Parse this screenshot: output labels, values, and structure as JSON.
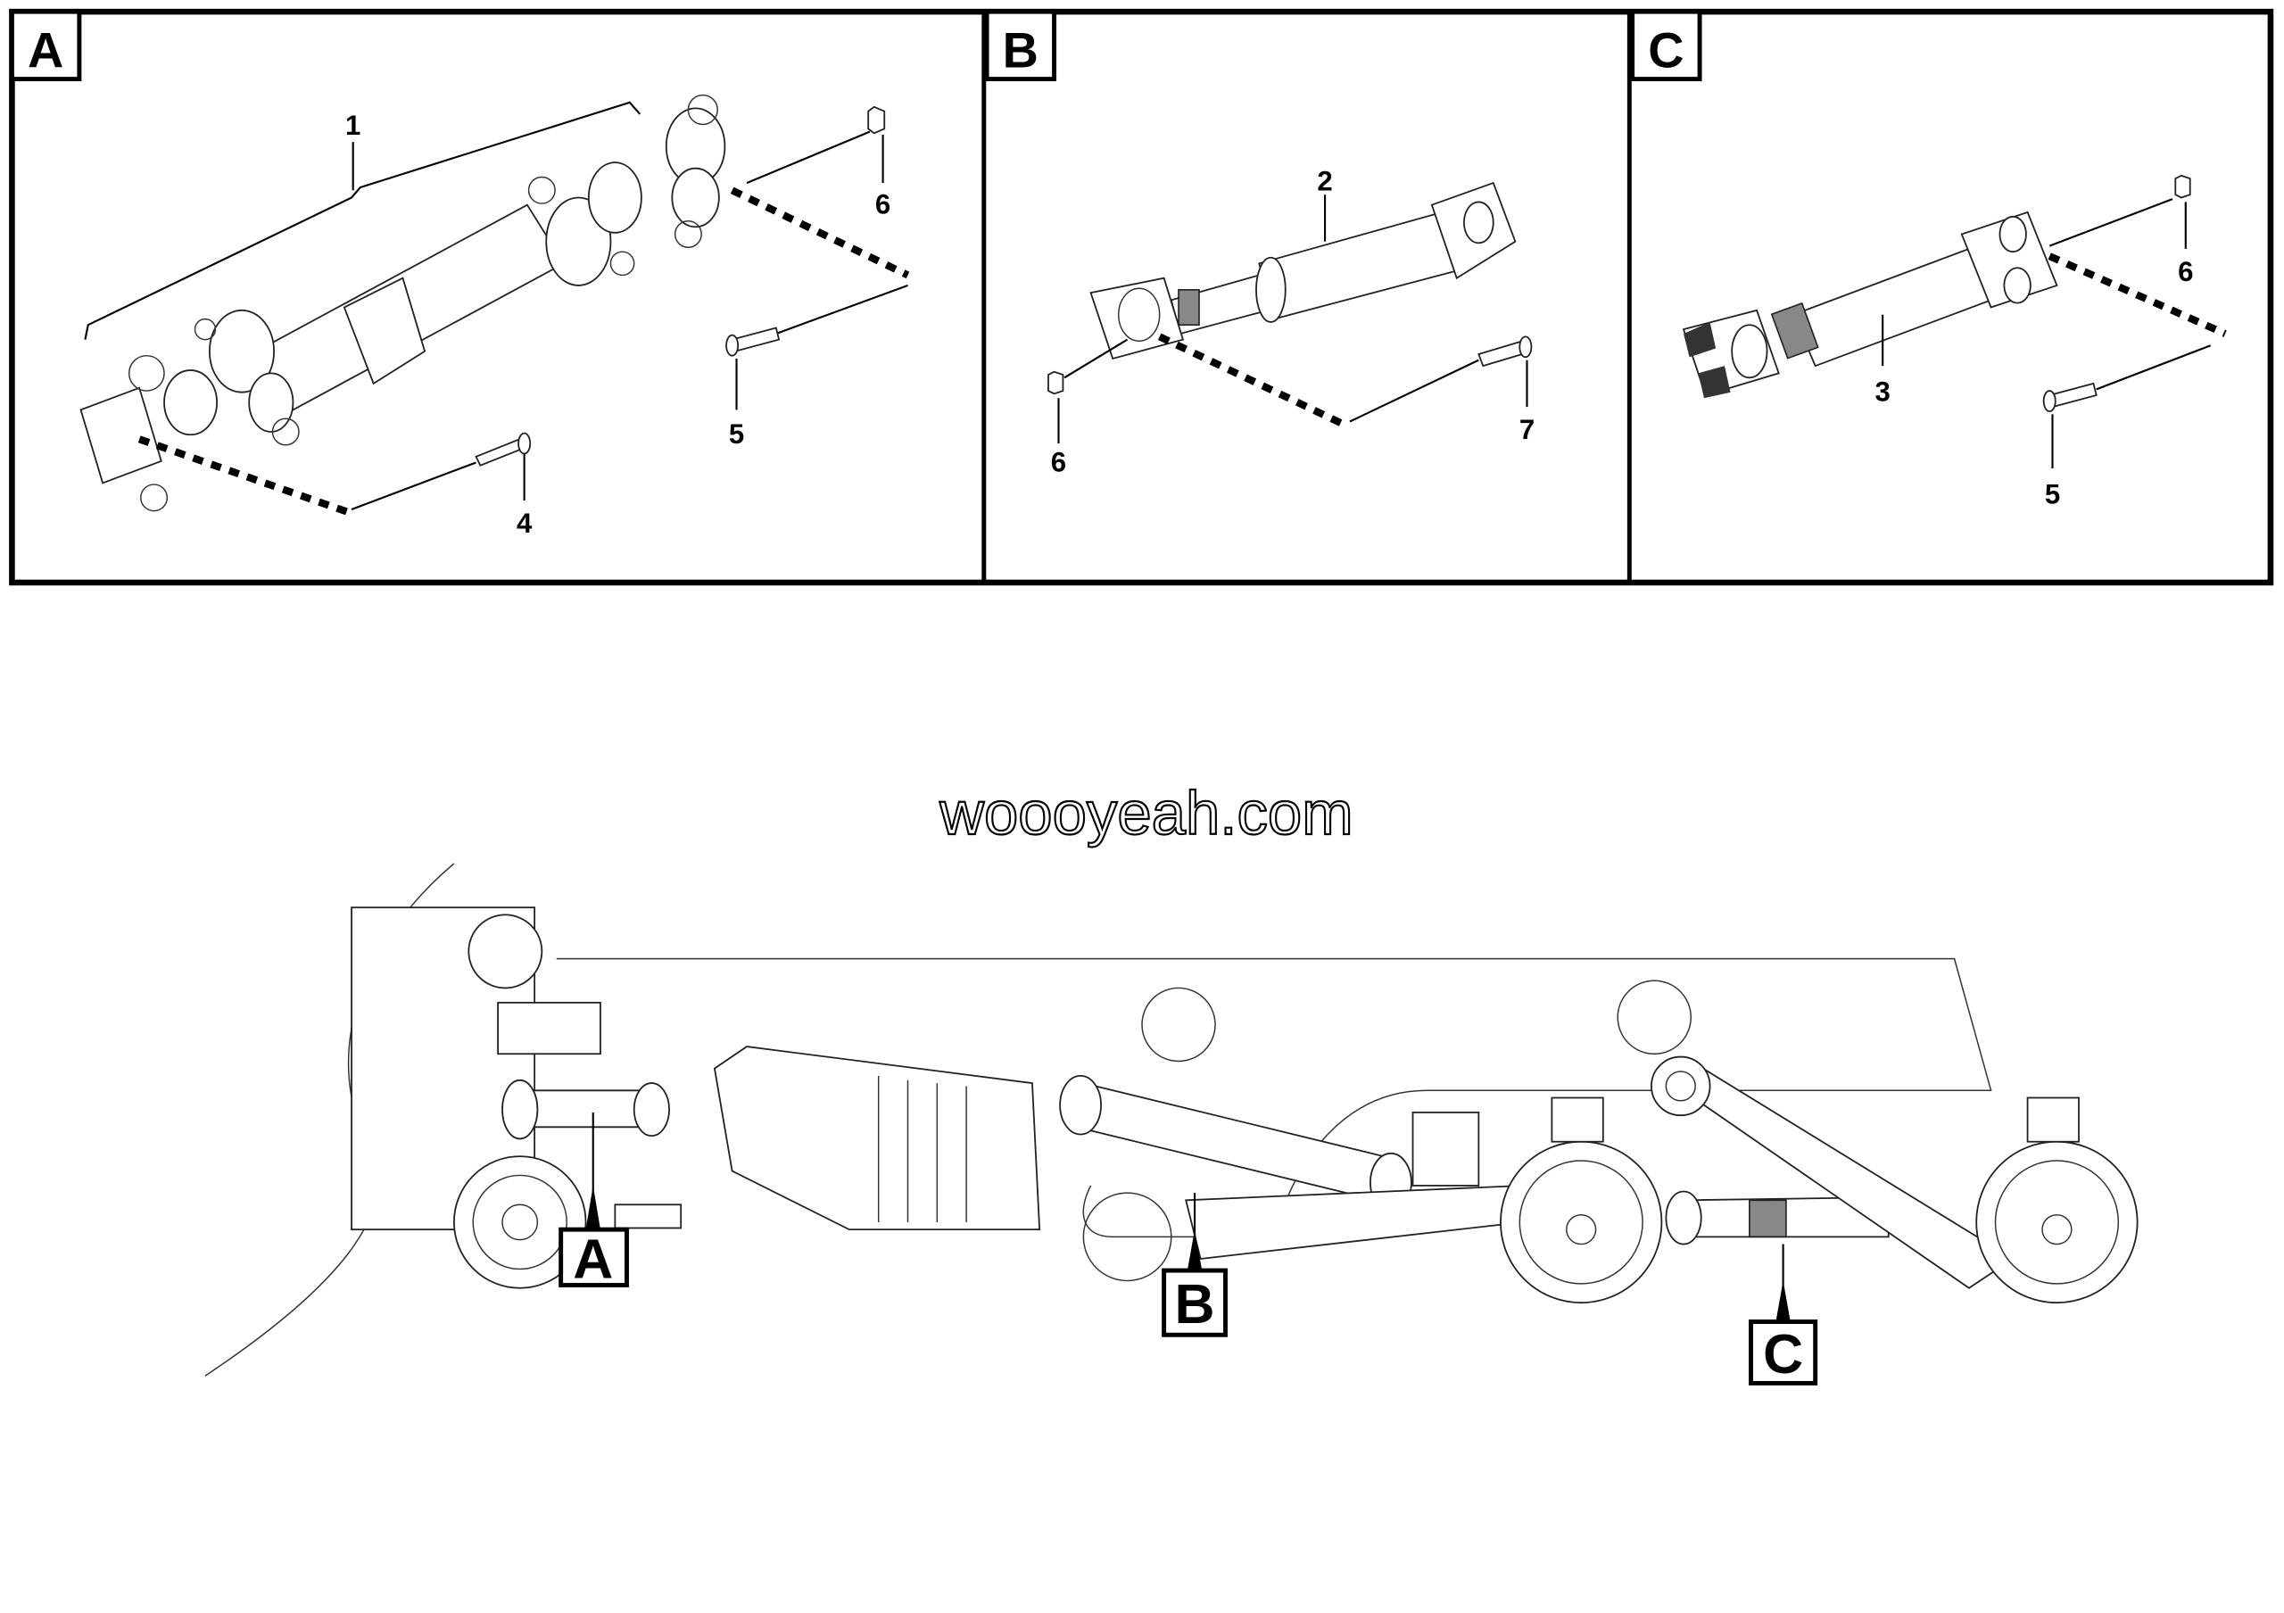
{
  "panels": [
    {
      "letter": "A",
      "callouts": {
        "assembly": "1",
        "bolt": "4",
        "bolt2": "5",
        "nut": "6"
      }
    },
    {
      "letter": "B",
      "callouts": {
        "shaft": "2",
        "nut": "6",
        "bolt": "7"
      }
    },
    {
      "letter": "C",
      "callouts": {
        "shaft": "3",
        "nut": "6",
        "bolt": "5"
      }
    }
  ],
  "watermark": "woooyeah.com",
  "locators": [
    "A",
    "B",
    "C"
  ]
}
